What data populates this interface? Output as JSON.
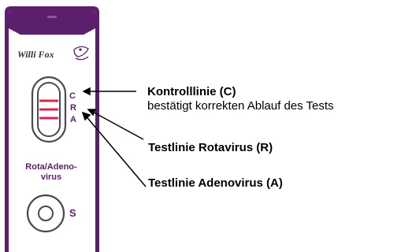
{
  "device": {
    "brand": "Willi Fox",
    "markers": [
      "C",
      "R",
      "A"
    ],
    "test_name_line1": "Rota/Adeno-",
    "test_name_line2": "virus",
    "sample_marker": "S",
    "colors": {
      "frame": "#5b1f6b",
      "line": "#d7274f",
      "marker": "#5b1f6b"
    }
  },
  "labels": {
    "control_title": "Kontrolllinie (C)",
    "control_desc": "bestätigt korrekten Ablauf des Tests",
    "rota": "Testlinie Rotavirus (R)",
    "adeno": "Testlinie Adenovirus (A)"
  }
}
